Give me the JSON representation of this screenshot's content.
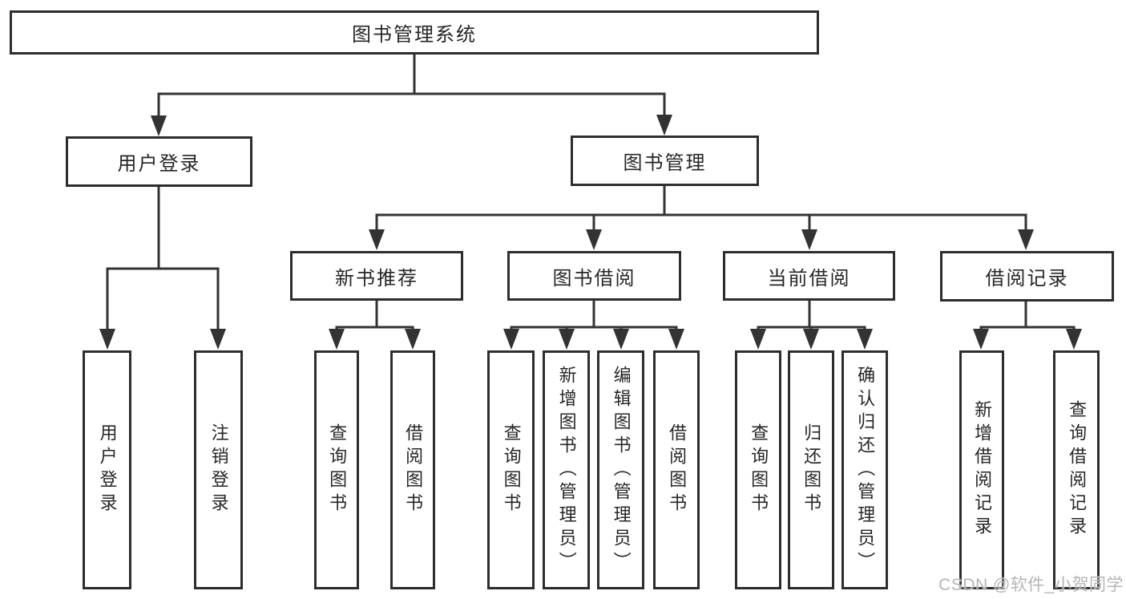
{
  "colors": {
    "line": "#333333",
    "box_border": "#2d2d2d",
    "text": "#262626",
    "watermark": "#b5b5b5",
    "background": "#ffffff"
  },
  "tree": {
    "root": {
      "label": "图书管理系统"
    },
    "children": [
      {
        "label": "用户登录",
        "children": [
          {
            "label": "用户登录"
          },
          {
            "label": "注销登录"
          }
        ]
      },
      {
        "label": "图书管理",
        "children": [
          {
            "label": "新书推荐",
            "children": [
              {
                "label": "查询图书"
              },
              {
                "label": "借阅图书"
              }
            ]
          },
          {
            "label": "图书借阅",
            "children": [
              {
                "label": "查询图书"
              },
              {
                "label": "新增图书（管理员）"
              },
              {
                "label": "编辑图书（管理员）"
              },
              {
                "label": "借阅图书"
              }
            ]
          },
          {
            "label": "当前借阅",
            "children": [
              {
                "label": "查询图书"
              },
              {
                "label": "归还图书"
              },
              {
                "label": "确认归还（管理员）"
              }
            ]
          },
          {
            "label": "借阅记录",
            "children": [
              {
                "label": "新增借阅记录"
              },
              {
                "label": "查询借阅记录"
              }
            ]
          }
        ]
      }
    ]
  },
  "watermark": {
    "text": "CSDN @软件_小贺同学"
  }
}
